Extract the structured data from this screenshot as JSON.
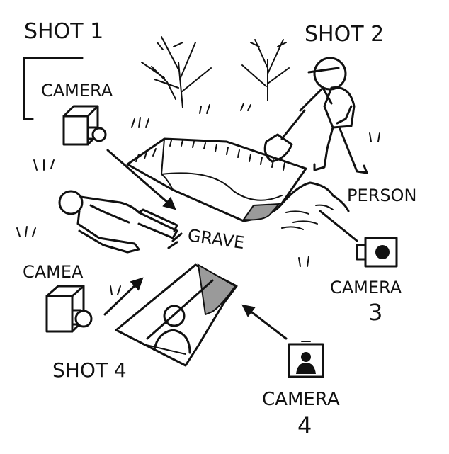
{
  "labels": {
    "shot1": "SHOT 1",
    "shot2": "SHOT 2",
    "shot4": "SHOT 4",
    "camera_top_left": "CAMERA",
    "camera_left": "CAMEA",
    "camera3_word": "CAMERA",
    "camera3_num": "3",
    "camera4_word": "CAMERA",
    "camera4_num": "4",
    "person": "PERSON",
    "grave": "GRAVE"
  },
  "colors": {
    "ink": "#111111",
    "shade": "#9a9a9a",
    "paper": "#ffffff"
  },
  "icons": [
    "camera-cube-icon",
    "camera-lens-icon",
    "camera-portrait-icon",
    "shovel-icon",
    "tree-icon"
  ]
}
